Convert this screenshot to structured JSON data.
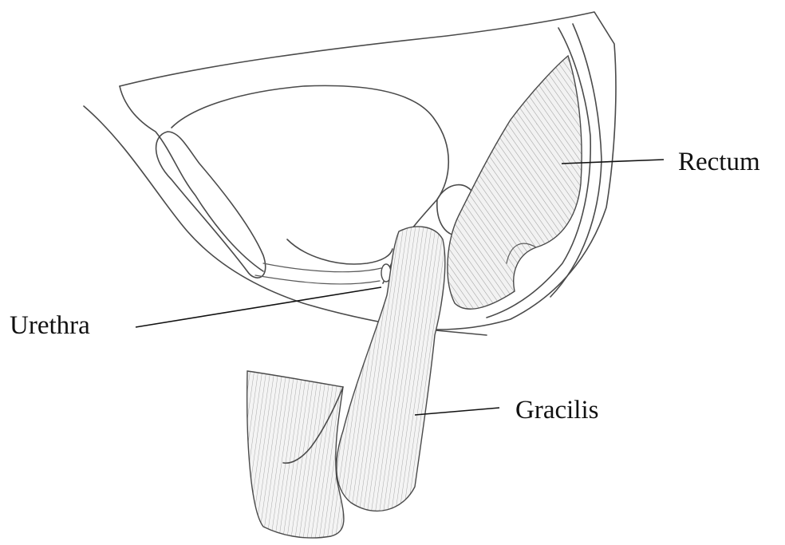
{
  "diagram": {
    "labels": {
      "rectum": "Rectum",
      "urethra": "Urethra",
      "gracilis": "Gracilis"
    },
    "style": {
      "background": "#ffffff",
      "ink": "#4a4a4a",
      "shading": "#9a9a9a"
    }
  }
}
